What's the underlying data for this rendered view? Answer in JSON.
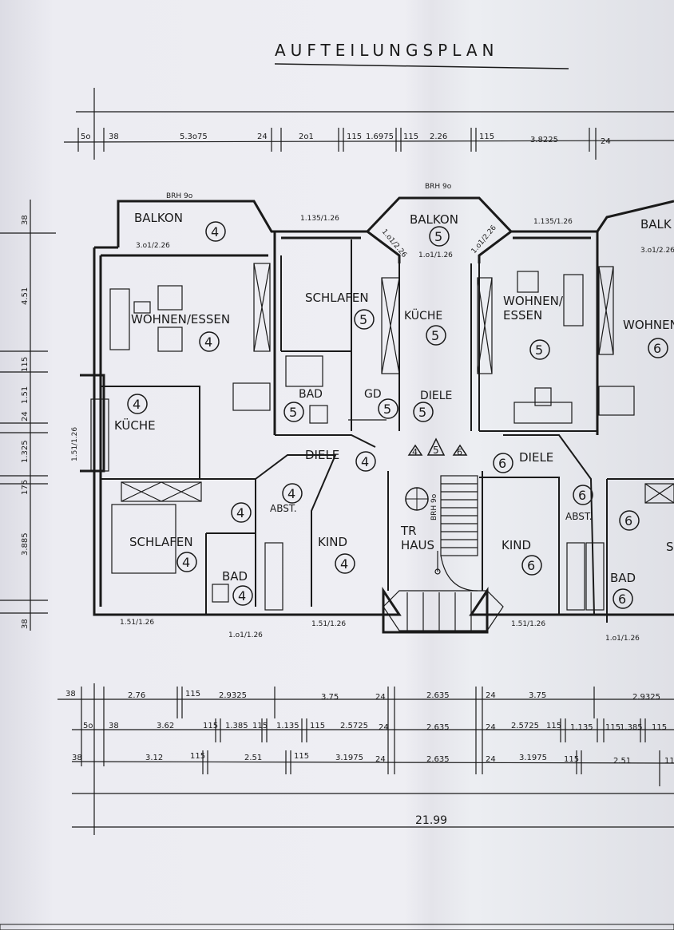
{
  "title": "AUFTEILUNGSPLAN",
  "top_dimensions": [
    "5o",
    "38",
    "5.3o75",
    "24",
    "2o1",
    "115",
    "1.6975",
    "115",
    "2.26",
    "115",
    "3.8225",
    "24"
  ],
  "left_dimensions": [
    "38",
    "4.51",
    "115",
    "1.51",
    "24",
    "1.325",
    "175",
    "3.885",
    "38"
  ],
  "brh_labels": [
    "BRH 9o",
    "BRH 9o",
    "BRH 9o"
  ],
  "window_labels": [
    "3.o1/2.26",
    "1.135/1.26",
    "1.o1/2.26",
    "1.o1/1.26",
    "1.o1/2.26",
    "1.135/1.26",
    "3.o1/2.26",
    "1.51/1.26",
    "1.51/1.26",
    "1.51/1.26",
    "1.o1/1.26",
    "1.51/1.26",
    "1.o1/1.26"
  ],
  "rooms": {
    "balkon4": "BALKON",
    "wohnen4": "WOHNEN/ESSEN",
    "kueche4": "KÜCHE",
    "schlafen4": "SCHLAFEN",
    "bad4": "BAD",
    "abst4": "ABST.",
    "kind4": "KIND",
    "diele4": "DIELE",
    "balkon5": "BALKON",
    "schlafen5": "SCHLAFEN",
    "kueche5": "KÜCHE",
    "bad5": "BAD",
    "gd5": "GD",
    "diele5": "DIELE",
    "wohnen5a": "WOHNEN/",
    "wohnen5b": "ESSEN",
    "treppe_a": "TR",
    "treppe_b": "HAUS",
    "diele6": "DIELE",
    "abst6": "ABST.",
    "kind6": "KIND",
    "bad6": "BAD",
    "wohnen6": "WOHNEN",
    "balkon6": "BALK",
    "s6": "S"
  },
  "unit_numbers": {
    "u4": "4",
    "u5": "5",
    "u6": "6"
  },
  "bottom_row1": [
    "38",
    "2.76",
    "115",
    "2.9325",
    "3.75",
    "24",
    "2.635",
    "24",
    "3.75",
    "2.9325"
  ],
  "bottom_row2": [
    "5o",
    "38",
    "3.62",
    "115",
    "1.385",
    "115",
    "1.135",
    "115",
    "2.5725",
    "24",
    "2.635",
    "24",
    "2.5725",
    "115",
    "1.135",
    "115",
    "1.385",
    "115"
  ],
  "bottom_row3": [
    "38",
    "3.12",
    "115",
    "2.51",
    "115",
    "3.1975",
    "24",
    "2.635",
    "24",
    "3.1975",
    "115",
    "2.51",
    "11"
  ],
  "total_width": "21.99"
}
